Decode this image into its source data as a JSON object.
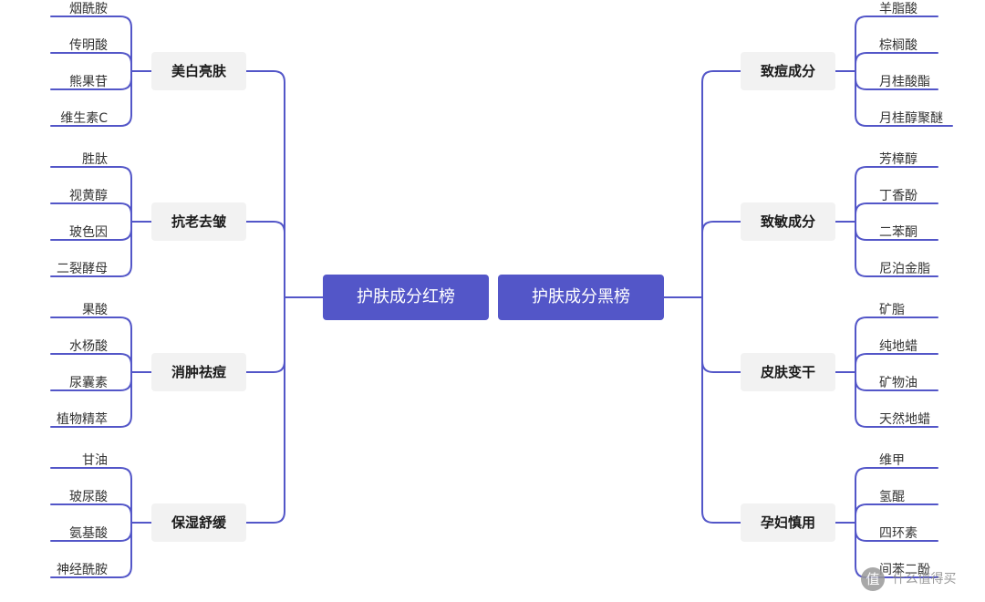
{
  "diagram": {
    "left_root": "护肤成分红榜",
    "right_root": "护肤成分黑榜",
    "left_branches": [
      {
        "label": "美白亮肤",
        "items": [
          "烟酰胺",
          "传明酸",
          "熊果苷",
          "维生素C"
        ]
      },
      {
        "label": "抗老去皱",
        "items": [
          "胜肽",
          "视黄醇",
          "玻色因",
          "二裂酵母"
        ]
      },
      {
        "label": "消肿祛痘",
        "items": [
          "果酸",
          "水杨酸",
          "尿囊素",
          "植物精萃"
        ]
      },
      {
        "label": "保湿舒缓",
        "items": [
          "甘油",
          "玻尿酸",
          "氨基酸",
          "神经酰胺"
        ]
      }
    ],
    "right_branches": [
      {
        "label": "致痘成分",
        "items": [
          "羊脂酸",
          "棕榈酸",
          "月桂酸酯",
          "月桂醇聚醚"
        ]
      },
      {
        "label": "致敏成分",
        "items": [
          "芳樟醇",
          "丁香酚",
          "二苯酮",
          "尼泊金脂"
        ]
      },
      {
        "label": "皮肤变干",
        "items": [
          "矿脂",
          "纯地蜡",
          "矿物油",
          "天然地蜡"
        ]
      },
      {
        "label": "孕妇慎用",
        "items": [
          "维甲",
          "氢醌",
          "四环素",
          "间苯二酚"
        ]
      }
    ],
    "line_color": "#5356c8"
  },
  "watermark": {
    "text": "值 什么值得买",
    "icon": "zhi-logo-icon"
  }
}
